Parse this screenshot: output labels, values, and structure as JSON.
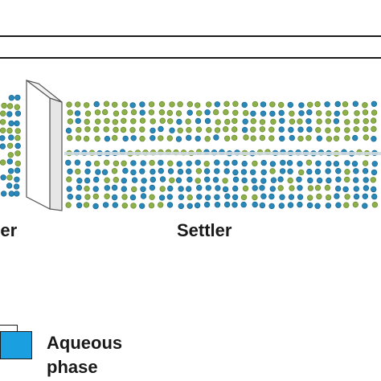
{
  "labels": {
    "mixer": "ixer",
    "settler": "Settler"
  },
  "legend": {
    "aqueous": "Aqueous\nphase"
  },
  "colors": {
    "organic_droplet": "#8db04a",
    "organic_droplet_stroke": "#6e8f33",
    "aqueous_droplet": "#2a88b8",
    "aqueous_droplet_stroke": "#1d6c95",
    "aqueous_swatch": "#1aa0e0",
    "outline": "#1a1a1a",
    "weir_face": "#ffffff",
    "weir_side": "#e6e6e6"
  }
}
